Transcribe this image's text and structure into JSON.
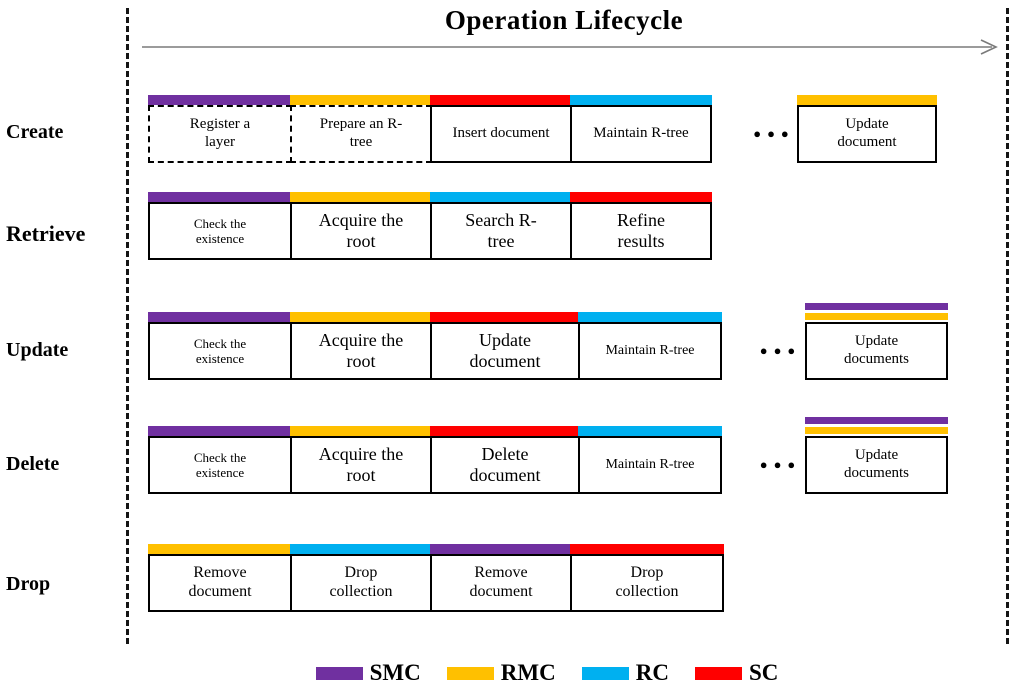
{
  "title": "Operation Lifecycle",
  "ellipsis": "●●●",
  "colors": {
    "smc": "#7030A0",
    "rmc": "#FFC000",
    "rc": "#00B0F0",
    "sc": "#FF0000"
  },
  "legend": [
    {
      "label": "SMC",
      "color_key": "smc"
    },
    {
      "label": "RMC",
      "color_key": "rmc"
    },
    {
      "label": "RC",
      "color_key": "rc"
    },
    {
      "label": "SC",
      "color_key": "sc"
    }
  ],
  "rows": [
    {
      "label": "Create",
      "boxes": [
        {
          "label": "Register a\nlayer",
          "bars": [
            "smc"
          ],
          "border": "dashed"
        },
        {
          "label": "Prepare an R-\ntree",
          "bars": [
            "rmc"
          ],
          "border": "dashed"
        },
        {
          "label": "Insert document",
          "bars": [
            "sc"
          ],
          "border": "solid"
        },
        {
          "label": "Maintain R-tree",
          "bars": [
            "rc"
          ],
          "border": "solid"
        },
        {
          "label": "Update\ndocument",
          "bars": [
            "rmc"
          ],
          "border": "solid",
          "detached": true
        }
      ]
    },
    {
      "label": "Retrieve",
      "boxes": [
        {
          "label": "Check the\nexistence",
          "bars": [
            "smc"
          ],
          "border": "solid"
        },
        {
          "label": "Acquire the\nroot",
          "bars": [
            "rmc"
          ],
          "border": "solid"
        },
        {
          "label": "Search R-\ntree",
          "bars": [
            "rc"
          ],
          "border": "solid"
        },
        {
          "label": "Refine\nresults",
          "bars": [
            "sc"
          ],
          "border": "solid"
        }
      ]
    },
    {
      "label": "Update",
      "boxes": [
        {
          "label": "Check the\nexistence",
          "bars": [
            "smc"
          ],
          "border": "solid"
        },
        {
          "label": "Acquire the\nroot",
          "bars": [
            "rmc"
          ],
          "border": "solid"
        },
        {
          "label": "Update\ndocument",
          "bars": [
            "sc"
          ],
          "border": "solid"
        },
        {
          "label": "Maintain R-tree",
          "bars": [
            "rc"
          ],
          "border": "solid"
        },
        {
          "label": "Update\ndocuments",
          "bars": [
            "smc",
            "rmc"
          ],
          "border": "solid",
          "detached": true
        }
      ]
    },
    {
      "label": "Delete",
      "boxes": [
        {
          "label": "Check the\nexistence",
          "bars": [
            "smc"
          ],
          "border": "solid"
        },
        {
          "label": "Acquire the\nroot",
          "bars": [
            "rmc"
          ],
          "border": "solid"
        },
        {
          "label": "Delete\ndocument",
          "bars": [
            "sc"
          ],
          "border": "solid"
        },
        {
          "label": "Maintain R-tree",
          "bars": [
            "rc"
          ],
          "border": "solid"
        },
        {
          "label": "Update\ndocuments",
          "bars": [
            "smc",
            "rmc"
          ],
          "border": "solid",
          "detached": true
        }
      ]
    },
    {
      "label": "Drop",
      "boxes": [
        {
          "label": "Remove\ndocument",
          "bars": [
            "rmc"
          ],
          "border": "solid"
        },
        {
          "label": "Drop\ncollection",
          "bars": [
            "rc"
          ],
          "border": "solid"
        },
        {
          "label": "Remove\ndocument",
          "bars": [
            "smc"
          ],
          "border": "solid"
        },
        {
          "label": "Drop\ncollection",
          "bars": [
            "sc"
          ],
          "border": "solid"
        }
      ]
    }
  ]
}
